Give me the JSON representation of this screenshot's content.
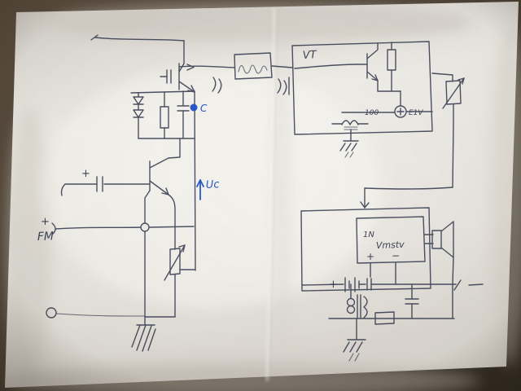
{
  "colors": {
    "ink": "#3a4053",
    "blue_marker": "#2456c6",
    "paper": "#ece9e4",
    "background": "#51453a"
  },
  "labels": {
    "vt": "VT",
    "cap_c": "C",
    "uc": "Uc",
    "fm": "FM",
    "fm_plus": "+",
    "input_plus": "+",
    "source_value_left": "100",
    "source_value_right": "E1V",
    "module_line1": "1N",
    "module_line2": "Vmstv",
    "module_plus": "+",
    "module_minus": "−",
    "battery_plus": "+"
  }
}
